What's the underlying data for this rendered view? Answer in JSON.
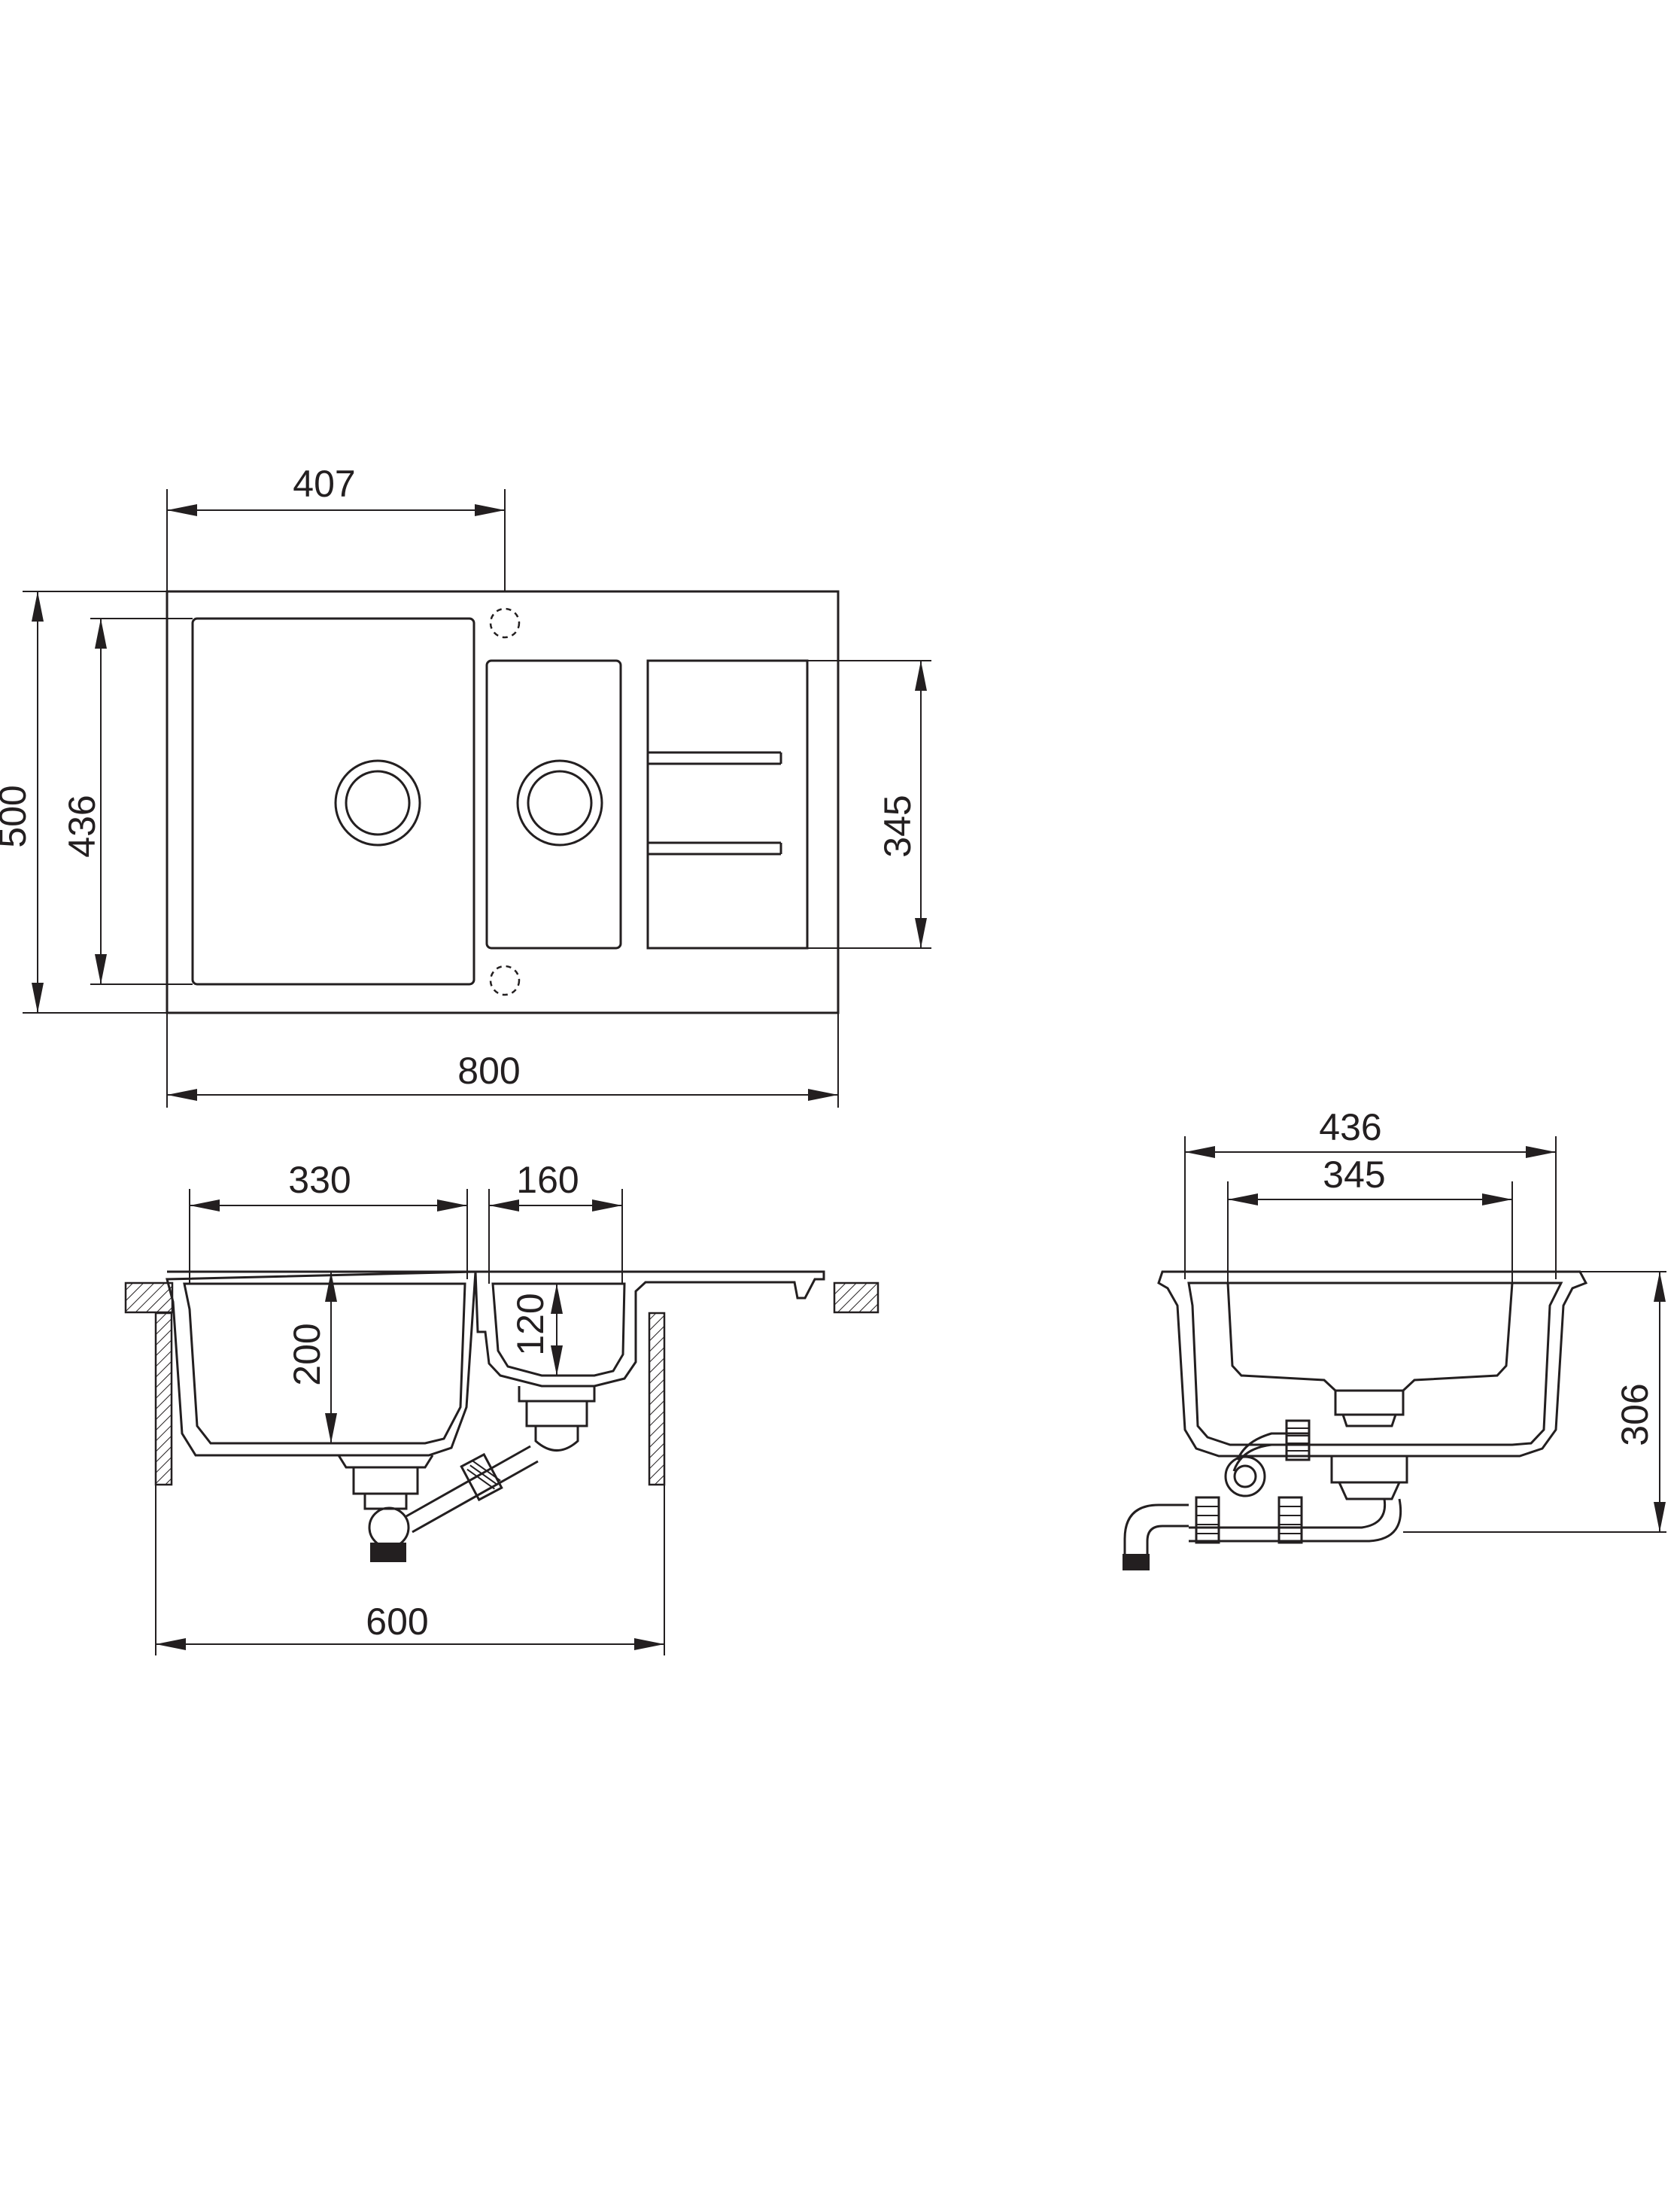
{
  "dimensions": {
    "top_view": {
      "d407": "407",
      "d500": "500",
      "d436": "436",
      "d345": "345",
      "d800": "800"
    },
    "front_view": {
      "d330": "330",
      "d160": "160",
      "d200": "200",
      "d120": "120",
      "d600": "600"
    },
    "side_view": {
      "d436": "436",
      "d345": "345",
      "d306": "306"
    }
  },
  "colors": {
    "line": "#231f20",
    "background": "#ffffff"
  }
}
